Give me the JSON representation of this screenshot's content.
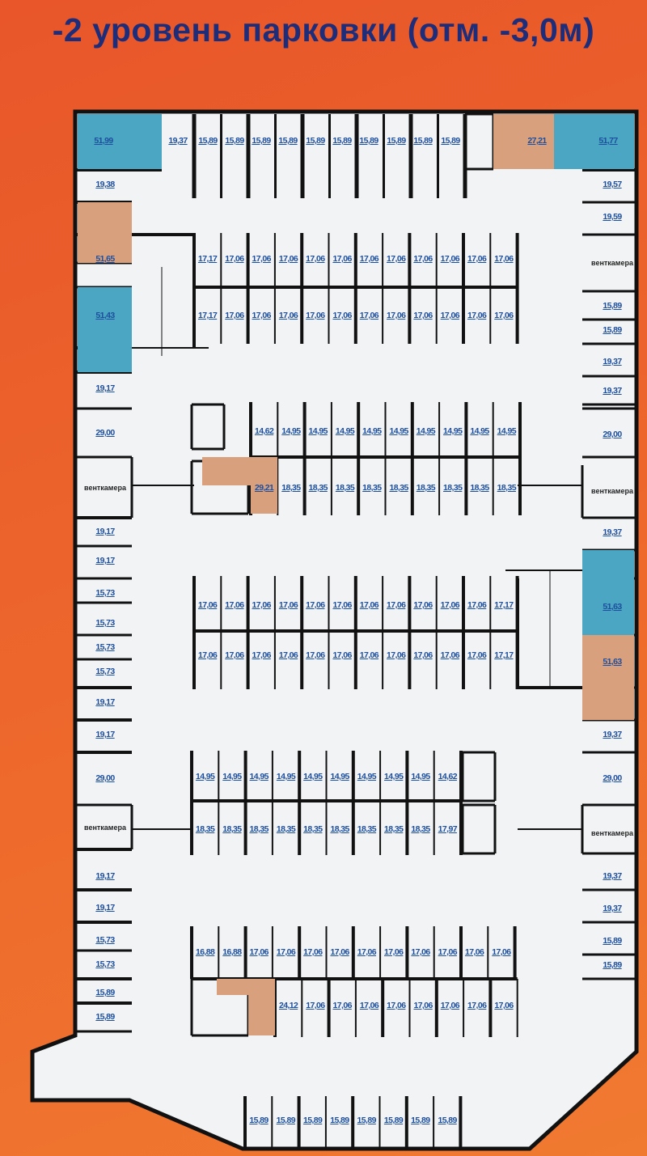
{
  "title": "-2 уровень парковки (отм. -3,0м)",
  "colors": {
    "background": "#e8562a",
    "title": "#1e2d7a",
    "label": "#1d4f9e",
    "storage_blue": "#4aa6c2",
    "storage_orange": "#d9a07e"
  },
  "top_row": [
    "51,99",
    "19,37",
    "15,89",
    "15,89",
    "15,89",
    "15,89",
    "15,89",
    "15,89",
    "15,89",
    "15,89",
    "15,89",
    "15,89",
    "27,21",
    "51,77"
  ],
  "left_column": [
    "19,38",
    "51,65",
    "51,43",
    "19,17",
    "29,00",
    "венткамера",
    "19,17",
    "19,17",
    "15,73",
    "15,73",
    "15,73",
    "15,73",
    "19,17",
    "19,17",
    "29,00",
    "венткамера",
    "19,17",
    "19,17",
    "15,73",
    "15,73",
    "15,89",
    "15,89"
  ],
  "right_column": [
    "19,57",
    "19,59",
    "венткамера",
    "15,89",
    "15,89",
    "19,37",
    "19,37",
    "29,00",
    "венткамера",
    "19,37",
    "51,63",
    "51,63",
    "19,37",
    "29,00",
    "венткамера",
    "19,37",
    "19,37",
    "15,89",
    "15,89"
  ],
  "block1": {
    "row1": [
      "17,17",
      "17,06",
      "17,06",
      "17,06",
      "17,06",
      "17,06",
      "17,06",
      "17,06",
      "17,06",
      "17,06",
      "17,06",
      "17,06"
    ],
    "row2": [
      "17,17",
      "17,06",
      "17,06",
      "17,06",
      "17,06",
      "17,06",
      "17,06",
      "17,06",
      "17,06",
      "17,06",
      "17,06",
      "17,06"
    ]
  },
  "block2": {
    "row1": [
      "14,62",
      "14,95",
      "14,95",
      "14,95",
      "14,95",
      "14,95",
      "14,95",
      "14,95",
      "14,95",
      "14,95"
    ],
    "row2": [
      "29,21",
      "18,35",
      "18,35",
      "18,35",
      "18,35",
      "18,35",
      "18,35",
      "18,35",
      "18,35",
      "18,35"
    ]
  },
  "block3": {
    "row1": [
      "17,06",
      "17,06",
      "17,06",
      "17,06",
      "17,06",
      "17,06",
      "17,06",
      "17,06",
      "17,06",
      "17,06",
      "17,06",
      "17,17"
    ],
    "row2": [
      "17,06",
      "17,06",
      "17,06",
      "17,06",
      "17,06",
      "17,06",
      "17,06",
      "17,06",
      "17,06",
      "17,06",
      "17,06",
      "17,17"
    ]
  },
  "block4": {
    "row1": [
      "14,95",
      "14,95",
      "14,95",
      "14,95",
      "14,95",
      "14,95",
      "14,95",
      "14,95",
      "14,95",
      "14,62"
    ],
    "row2": [
      "18,35",
      "18,35",
      "18,35",
      "18,35",
      "18,35",
      "18,35",
      "18,35",
      "18,35",
      "18,35",
      "17,97"
    ]
  },
  "block5": {
    "row1": [
      "16,88",
      "16,88",
      "17,06",
      "17,06",
      "17,06",
      "17,06",
      "17,06",
      "17,06",
      "17,06",
      "17,06",
      "17,06",
      "17,06"
    ],
    "row2": [
      "24,12",
      "17,06",
      "17,06",
      "17,06",
      "17,06",
      "17,06",
      "17,06",
      "17,06",
      "17,06",
      "17,06"
    ]
  },
  "bottom_row": [
    "15,89",
    "15,89",
    "15,89",
    "15,89",
    "15,89",
    "15,89",
    "15,89",
    "15,89"
  ]
}
